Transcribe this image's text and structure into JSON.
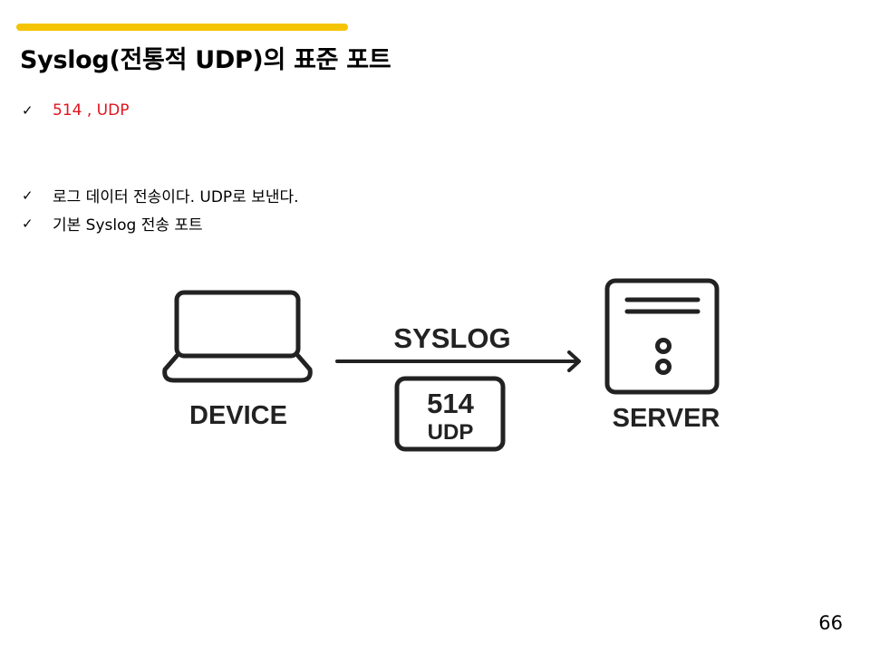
{
  "slide": {
    "accent_color": "#f5c400",
    "title": "Syslog(전통적 UDP)의 표준 포트",
    "bullets": [
      {
        "icon": "checkmark-icon",
        "text": "514 , UDP",
        "color": "#e0141e"
      },
      {
        "icon": "checkmark-icon",
        "text": "로그 데이터 전송이다. UDP로 보낸다."
      },
      {
        "icon": "checkmark-icon",
        "text": "기본 Syslog 전송 포트"
      }
    ],
    "page_number": "66"
  },
  "diagram": {
    "device_icon": "laptop-icon",
    "device_label": "DEVICE",
    "arrow_label": "SYSLOG",
    "port_number": "514",
    "protocol": "UDP",
    "server_icon": "server-icon",
    "server_label": "SERVER"
  }
}
